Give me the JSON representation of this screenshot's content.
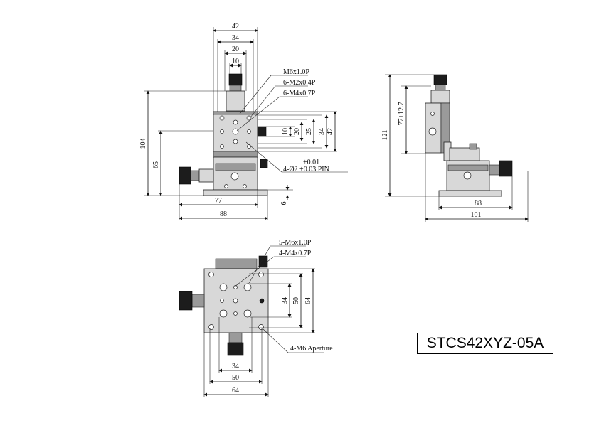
{
  "model": "STCS42XYZ-05A",
  "front_view": {
    "top_dims": [
      "42",
      "34",
      "20",
      "10"
    ],
    "callouts": [
      "M6x1.0P",
      "6-M2x0.4P",
      "6-M4x0.7P"
    ],
    "right_dims": [
      "10",
      "20",
      "25",
      "34",
      "42"
    ],
    "pin_tol": "+0.01",
    "pin_callout": "4-Ø2 +0.03 PIN",
    "left_dims": [
      "104",
      "65"
    ],
    "bottom_dims": [
      "77",
      "88"
    ],
    "base_dim": "6"
  },
  "side_view": {
    "left_dims": [
      "121",
      "77±12.7"
    ],
    "bottom_dims": [
      "88",
      "101"
    ]
  },
  "top_view": {
    "callouts": [
      "5-M6x1.0P",
      "4-M4x0.7P"
    ],
    "aperture_callout": "4-M6 Aperture",
    "right_dims": [
      "34",
      "50",
      "64"
    ],
    "bottom_dims": [
      "34",
      "50",
      "64"
    ]
  }
}
